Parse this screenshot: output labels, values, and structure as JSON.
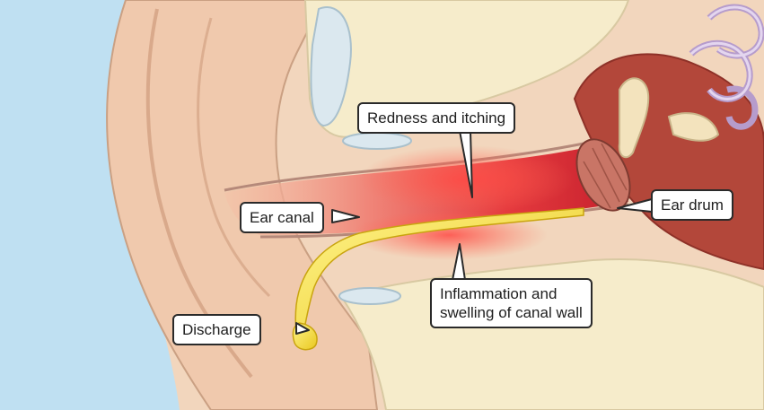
{
  "labels": {
    "redness": "Redness and itching",
    "ear_canal": "Ear canal",
    "ear_drum": "Ear drum",
    "discharge": "Discharge",
    "inflammation_line1": "Inflammation and",
    "inflammation_line2": "swelling of canal wall"
  },
  "colors": {
    "background": "#bfe0f2",
    "skin": "#f0cfb4",
    "inflammation": "#e8303a",
    "discharge": "#f2dc3a",
    "bone": "#f6eccb",
    "inner_ear": "#d9c6e6"
  }
}
